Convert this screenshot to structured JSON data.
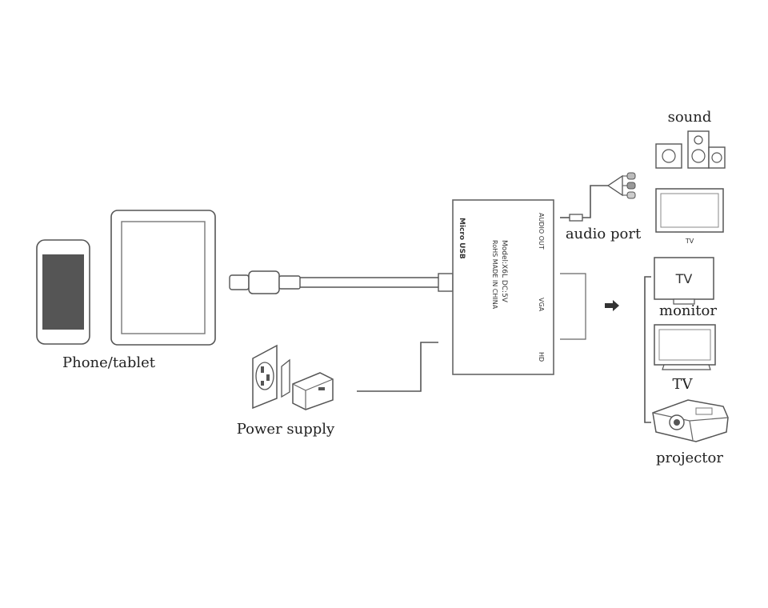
{
  "labels": {
    "phone_tablet": "Phone/tablet",
    "power_supply": "Power supply",
    "audio_port": "audio port",
    "sound": "sound",
    "tv_small": "TV",
    "monitor": "monitor",
    "monitor_screen": "TV",
    "tv": "TV",
    "projector": "projector"
  },
  "adapter": {
    "micro_usb": "Micro USB",
    "model": "Model:X6L DC:5V",
    "rohs": "RoHS  MADE IN CHINA",
    "ports": [
      "AUDIO OUT",
      "VGA",
      "HD"
    ]
  }
}
